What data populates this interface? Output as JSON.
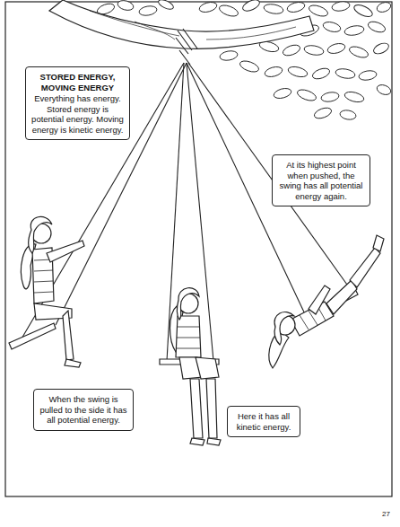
{
  "diagram": {
    "nodes": [
      {
        "text": [
          "STORED ENERGY, MOVING ENERGY",
          "Everything has energy. Stored energy is potential energy. Moving energy is kinetic energy."
        ]
      },
      {
        "text": [
          "At its highest point when pushed, the swing has all potential energy again."
        ]
      },
      {
        "text": [
          "When the swing is pulled to the side it has all potential energy."
        ]
      },
      {
        "text": [
          "Here it has all kinetic energy."
        ]
      }
    ],
    "labels": [
      "27"
    ]
  }
}
